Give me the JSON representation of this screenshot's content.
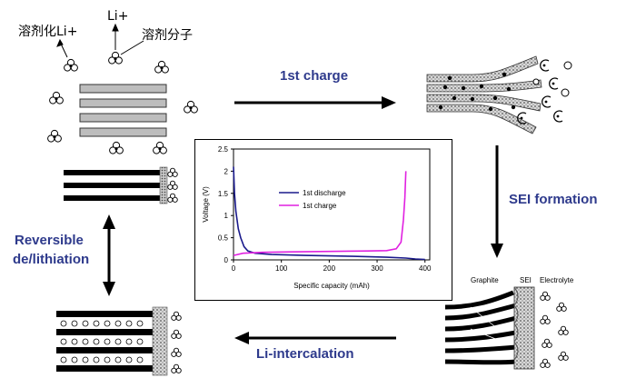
{
  "labels": {
    "solvated_li": "溶剂化Li+",
    "li_ion": "Li+",
    "solvent_molecule": "溶剂分子",
    "first_charge": "1st charge",
    "sei_formation": "SEI formation",
    "li_intercalation": "Li-intercalation",
    "reversible": "Reversible",
    "de_lithiation": "de/lithiation",
    "graphite": "Graphite",
    "sei": "SEI",
    "electrolyte": "Electrolyte"
  },
  "colors": {
    "arrow": "#000000",
    "step_text": "#2e3a8c",
    "discharge": "#1a1a8c",
    "charge": "#e020e0"
  },
  "chart_data": {
    "type": "line",
    "xlabel": "Specific capacity (mAh)",
    "ylabel": "Voltage (V)",
    "xlim": [
      0,
      410
    ],
    "ylim": [
      0,
      2.5
    ],
    "x_ticks": [
      "0",
      "100",
      "200",
      "300",
      "400"
    ],
    "y_ticks": [
      "0",
      "0.5",
      "1",
      "1.5",
      "2",
      "2.5"
    ],
    "legend_position": "center",
    "series": [
      {
        "name": "1st discharge",
        "color": "#1a1a8c",
        "points": [
          [
            0,
            2.1
          ],
          [
            2,
            1.5
          ],
          [
            5,
            1.1
          ],
          [
            10,
            0.7
          ],
          [
            15,
            0.5
          ],
          [
            22,
            0.3
          ],
          [
            30,
            0.2
          ],
          [
            45,
            0.15
          ],
          [
            80,
            0.12
          ],
          [
            150,
            0.1
          ],
          [
            250,
            0.08
          ],
          [
            320,
            0.06
          ],
          [
            360,
            0.04
          ],
          [
            380,
            0.02
          ],
          [
            400,
            0.01
          ]
        ]
      },
      {
        "name": "1st charge",
        "color": "#e020e0",
        "points": [
          [
            0,
            0.1
          ],
          [
            20,
            0.15
          ],
          [
            60,
            0.17
          ],
          [
            120,
            0.18
          ],
          [
            200,
            0.19
          ],
          [
            280,
            0.2
          ],
          [
            320,
            0.21
          ],
          [
            340,
            0.25
          ],
          [
            350,
            0.4
          ],
          [
            355,
            0.9
          ],
          [
            358,
            1.4
          ],
          [
            360,
            2.0
          ]
        ]
      }
    ]
  }
}
